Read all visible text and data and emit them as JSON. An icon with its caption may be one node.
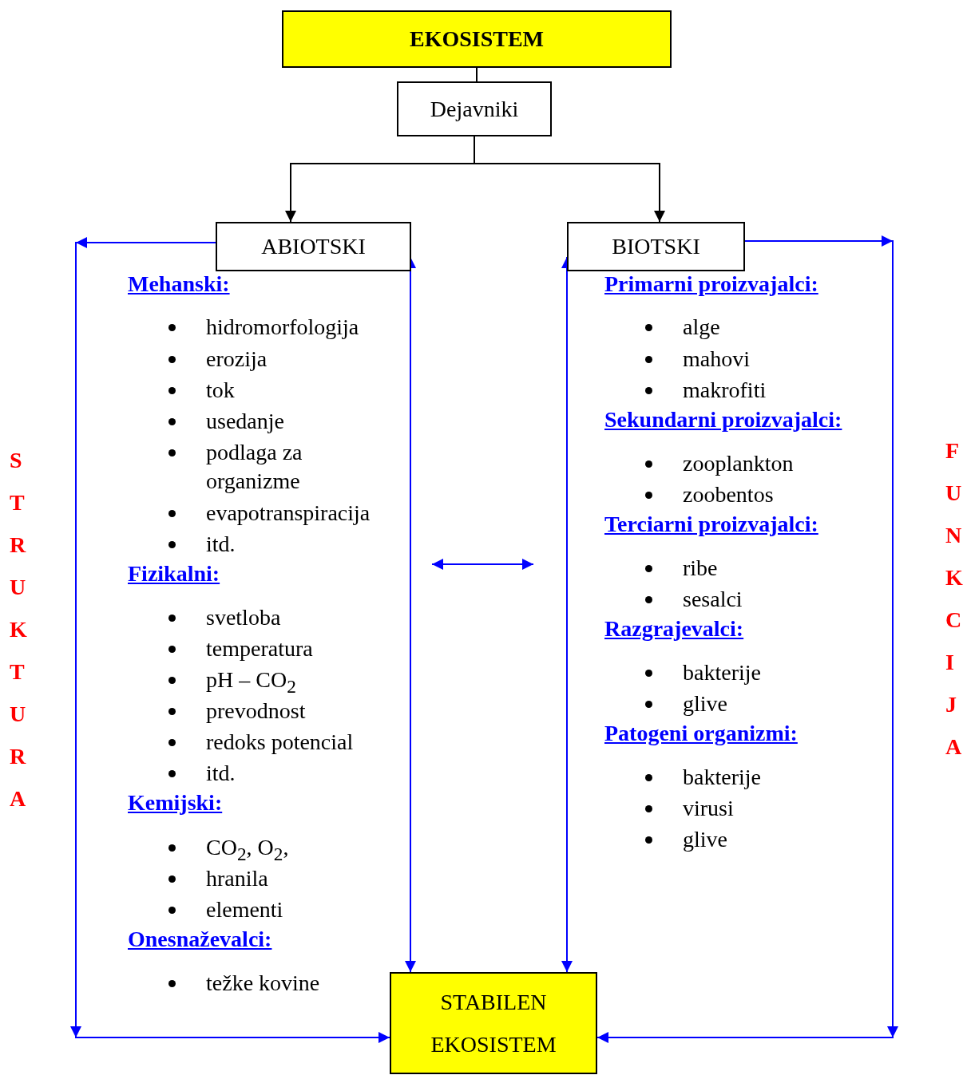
{
  "diagram": {
    "nodes": [
      {
        "text": [
          "EKOSISTEM"
        ]
      },
      {
        "text": [
          "Dejavniki"
        ]
      },
      {
        "text": [
          "ABIOTSKI"
        ]
      },
      {
        "text": [
          "BIOTSKI"
        ]
      },
      {
        "text": [
          "STABILEN EKOSISTEM"
        ]
      }
    ],
    "edges": [
      {
        "from": 0,
        "to": 1,
        "arrow": "none",
        "color": "#000000"
      },
      {
        "from": 1,
        "to": 2,
        "arrow": "to",
        "color": "#000000"
      },
      {
        "from": 1,
        "to": 3,
        "arrow": "to",
        "color": "#000000"
      },
      {
        "from": 2,
        "to": 4,
        "arrow": "to"
      },
      {
        "from": 2,
        "to": 4,
        "arrow": "both"
      },
      {
        "from": 3,
        "to": 4,
        "arrow": "both"
      },
      {
        "from": 3,
        "to": 4,
        "arrow": "to"
      }
    ],
    "labels": [
      "Mehanski:",
      "hidromorfologija",
      "erozija",
      "tok",
      "usedanje",
      "podlaga za organizme",
      "evapotranspiracija",
      "itd.",
      "Fizikalni:",
      "svetloba",
      "temperatura",
      "pH – CO$_{2}$",
      "prevodnost",
      "redoks potencial",
      "itd.",
      "Kemijski:",
      "CO$_{2}$, O$_{2}$,",
      "hranila",
      "elementi",
      "Onesnaževalci:",
      "težke kovine",
      "Primarni proizvajalci:",
      "alge",
      "mahovi",
      "makrofiti",
      "Sekundarni proizvajalci:",
      "zooplankton",
      "zoobentos",
      "Terciarni proizvajalci:",
      "ribe",
      "sesalci",
      "Razgrajevalci:",
      "bakterije",
      "glive",
      "Patogeni organizmi:",
      "bakterije",
      "virusi",
      "glive",
      "STRUKTURA",
      "FUNKCIJA"
    ]
  }
}
